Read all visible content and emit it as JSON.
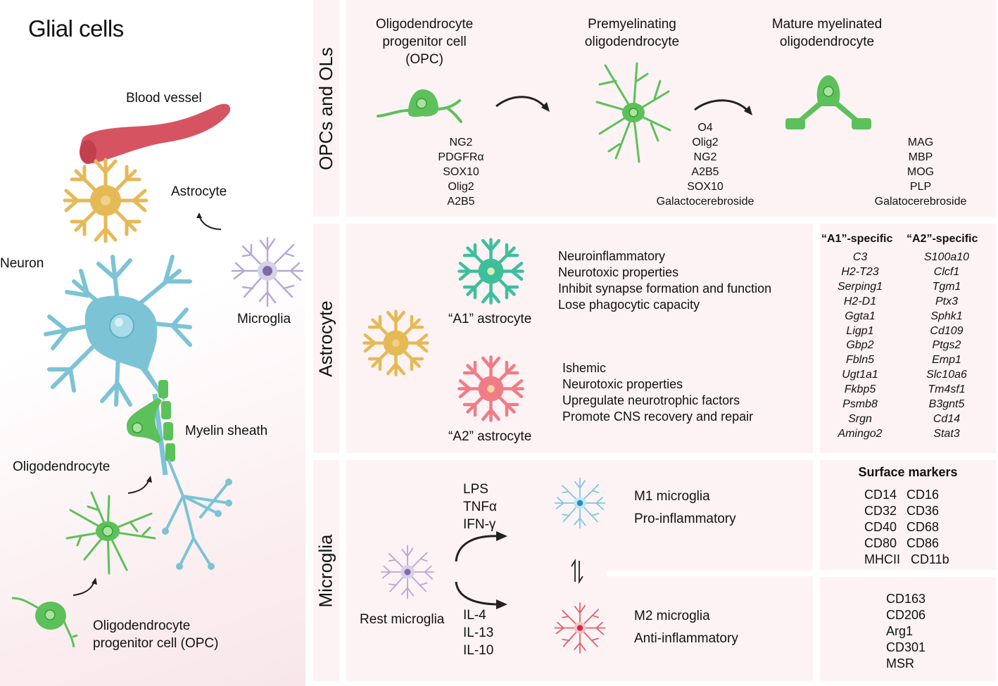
{
  "left": {
    "title": "Glial cells",
    "labels": {
      "blood_vessel": "Blood vessel",
      "astrocyte": "Astrocyte",
      "neuron": "Neuron",
      "microglia": "Microglia",
      "myelin_sheath": "Myelin sheath",
      "oligodendrocyte": "Oligodendrocyte",
      "opc_line1": "Oligodendrocyte",
      "opc_line2": "progenitor cell (OPC)"
    }
  },
  "colors": {
    "panel_bg": "#fdf3f5",
    "oligo_green": "#5cc15a",
    "astro_yellow": "#e6b957",
    "neuron_blue": "#7cc3d6",
    "vessel_red": "#d65462",
    "microglia_purple": "#b7a9d3",
    "a1_teal": "#3ebf9c",
    "a2_pink": "#ef7d86",
    "m1_cyan": "#7cc9e0",
    "m2_red": "#e0606a"
  },
  "sections": {
    "opcs": {
      "label": "OPCs and OLs",
      "stages": [
        {
          "title": [
            "Oligodendrocyte",
            "progenitor cell",
            "(OPC)"
          ],
          "markers": [
            "NG2",
            "PDGFRα",
            "SOX10",
            "Olig2",
            "A2B5"
          ]
        },
        {
          "title": [
            "Premyelinating",
            "oligodendrocyte"
          ],
          "markers": [
            "O4",
            "Olig2",
            "NG2",
            "A2B5",
            "SOX10",
            "Galactocerebroside"
          ]
        },
        {
          "title": [
            "Mature myelinated",
            "oligodendrocyte"
          ],
          "markers": [
            "MAG",
            "MBP",
            "MOG",
            "PLP",
            "Galatocerebroside"
          ]
        }
      ]
    },
    "astrocyte": {
      "label": "Astrocyte",
      "a1": {
        "name": "“A1” astrocyte",
        "properties": [
          "Neuroinflammatory",
          "Neurotoxic properties",
          "Inhibit synapse formation and function",
          "Lose phagocytic capacity"
        ]
      },
      "a2": {
        "name": "“A2” astrocyte",
        "properties": [
          "Ishemic",
          "Neurotoxic properties",
          "Upregulate neurotrophic factors",
          "Promote CNS recovery and repair"
        ]
      },
      "genes": {
        "a1_header": "“A1”-specific",
        "a2_header": "“A2”-specific",
        "a1": [
          "C3",
          "H2-T23",
          "Serping1",
          "H2-D1",
          "Ggta1",
          "Ligp1",
          "Gbp2",
          "Fbln5",
          "Ugt1a1",
          "Fkbp5",
          "Psmb8",
          "Srgn",
          "Amingo2"
        ],
        "a2": [
          "S100a10",
          "Clcf1",
          "Tgm1",
          "Ptx3",
          "Sphk1",
          "Cd109",
          "Ptgs2",
          "Emp1",
          "Slc10a6",
          "Tm4sf1",
          "B3gnt5",
          "Cd14",
          "Stat3"
        ]
      }
    },
    "microglia": {
      "label": "Microglia",
      "rest": "Rest microglia",
      "m1_stimuli": [
        "LPS",
        "TNFα",
        "IFN-γ"
      ],
      "m2_stimuli": [
        "IL-4",
        "IL-13",
        "IL-10"
      ],
      "m1": {
        "name": "M1 microglia",
        "type": "Pro-inflammatory"
      },
      "m2": {
        "name": "M2 microglia",
        "type": "Anti-inflammatory"
      },
      "equilibrium_icon": "equilibrium-arrows",
      "m1_markers": {
        "title": "Surface markers",
        "rows": [
          [
            "CD14",
            "CD16"
          ],
          [
            "CD32",
            "CD36"
          ],
          [
            "CD40",
            "CD68"
          ],
          [
            "CD80",
            "CD86"
          ],
          [
            "MHCII",
            "CD11b"
          ]
        ]
      },
      "m2_markers": [
        "CD163",
        "CD206",
        "Arg1",
        "CD301",
        "MSR"
      ]
    }
  }
}
